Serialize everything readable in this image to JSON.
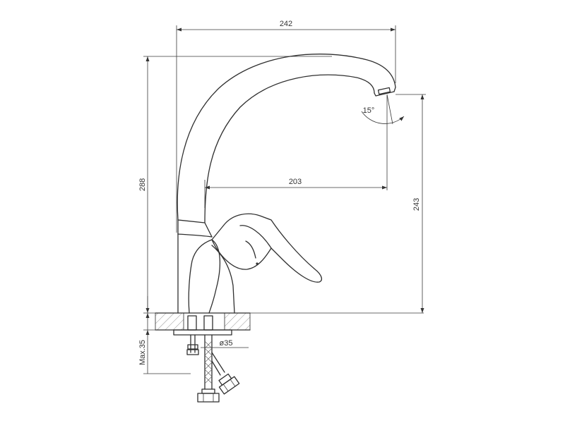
{
  "drawing": {
    "dim_width": "242",
    "dim_total_height": "288",
    "dim_reach": "203",
    "dim_spout_height": "243",
    "dim_angle": "15°",
    "dim_hole_diameter": "ø35",
    "dim_max_thickness": "Max.35"
  },
  "colors": {
    "line": "#2f2f2f",
    "background": "#ffffff"
  }
}
